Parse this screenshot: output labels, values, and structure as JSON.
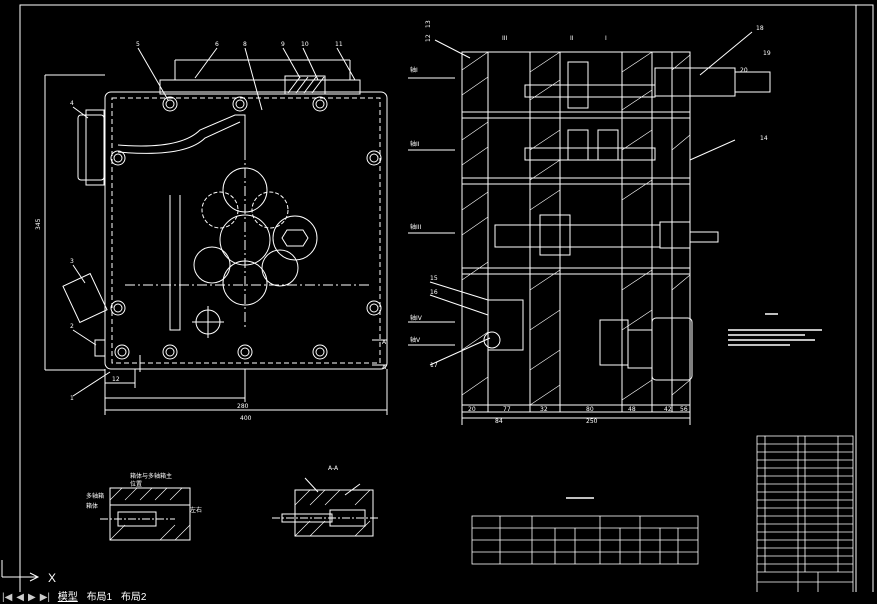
{
  "drawing": {
    "bg_color": "#000000",
    "line_color": "#ffffff",
    "dim_color": "#ffffff",
    "front_view": {
      "part_numbers": [
        "5",
        "6",
        "8",
        "9",
        "10",
        "11",
        "4",
        "3",
        "2",
        "1"
      ],
      "dims": {
        "overall_width": "400",
        "left_offset": "12",
        "bottom_dim": "280",
        "height": "345"
      }
    },
    "side_view": {
      "part_numbers": [
        "13",
        "12",
        "18",
        "19",
        "20",
        "14",
        "15",
        "16",
        "17"
      ],
      "shaft_labels": [
        "轴I",
        "轴II",
        "轴III",
        "轴IV",
        "轴V"
      ],
      "bottom_dims": [
        "20",
        "77",
        "32",
        "80",
        "48",
        "42",
        "56"
      ],
      "bottom_totals": [
        "84",
        "250"
      ]
    },
    "detail_left": {
      "title_lines": [
        "箱体与多轴箱主",
        "位置"
      ],
      "labels": [
        "多轴箱",
        "箱体",
        "左右"
      ]
    },
    "section_view": {
      "title": "A-A"
    },
    "title_block": {
      "title": ""
    }
  },
  "ucs_icon": {
    "axis_x": "X"
  },
  "tabs": {
    "nav_first": "|◀",
    "nav_prev": "◀",
    "nav_next": "▶",
    "nav_last": "▶|",
    "items": [
      "模型",
      "布局1",
      "布局2"
    ]
  }
}
